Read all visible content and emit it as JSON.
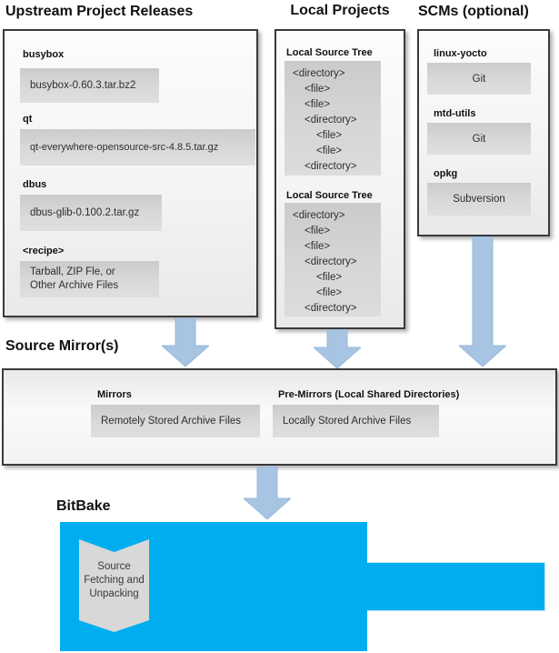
{
  "colors": {
    "bitbake_fill": "#00AEEF",
    "arrow_fill": "#A7C4E2",
    "gray_box": "#D6D6D6"
  },
  "upstream": {
    "title": "Upstream Project Releases",
    "items": [
      {
        "label": "busybox",
        "value": "busybox-0.60.3.tar.bz2"
      },
      {
        "label": "qt",
        "value": "qt-everywhere-opensource-src-4.8.5.tar.gz"
      },
      {
        "label": "dbus",
        "value": "dbus-glib-0.100.2.tar.gz"
      },
      {
        "label": "<recipe>",
        "value": "Tarball, ZIP Fle, or\nOther Archive Files"
      }
    ]
  },
  "local_projects": {
    "title": "Local Projects",
    "trees": [
      {
        "label": "Local Source Tree",
        "lines": [
          {
            "text": "<directory>",
            "indent": 0
          },
          {
            "text": "<file>",
            "indent": 1
          },
          {
            "text": "<file>",
            "indent": 1
          },
          {
            "text": "<directory>",
            "indent": 1
          },
          {
            "text": "<file>",
            "indent": 2
          },
          {
            "text": "<file>",
            "indent": 2
          },
          {
            "text": "<directory>",
            "indent": 1
          }
        ]
      },
      {
        "label": "Local Source Tree",
        "lines": [
          {
            "text": "<directory>",
            "indent": 0
          },
          {
            "text": "<file>",
            "indent": 1
          },
          {
            "text": "<file>",
            "indent": 1
          },
          {
            "text": "<directory>",
            "indent": 1
          },
          {
            "text": "<file>",
            "indent": 2
          },
          {
            "text": "<file>",
            "indent": 2
          },
          {
            "text": "<directory>",
            "indent": 1
          }
        ]
      }
    ]
  },
  "scms": {
    "title": "SCMs (optional)",
    "items": [
      {
        "label": "linux-yocto",
        "value": "Git"
      },
      {
        "label": "mtd-utils",
        "value": "Git"
      },
      {
        "label": "opkg",
        "value": "Subversion"
      }
    ]
  },
  "source_mirrors": {
    "title": "Source Mirror(s)",
    "groups": [
      {
        "label": "Mirrors",
        "value": "Remotely Stored Archive Files"
      },
      {
        "label": "Pre-Mirrors (Local Shared Directories)",
        "value": "Locally Stored Archive Files"
      }
    ]
  },
  "bitbake": {
    "title": "BitBake",
    "process_label": "Source\nFetching and\nUnpacking"
  }
}
